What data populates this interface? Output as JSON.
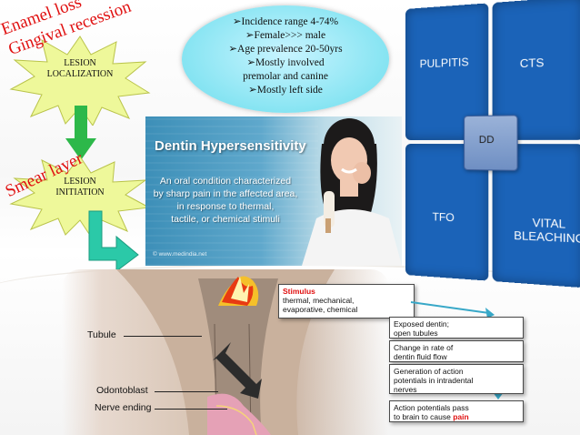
{
  "top_left": {
    "burst1": {
      "line1": "LESION",
      "line2": "LOCALIZATION"
    },
    "burst1_tags": [
      "Enamel loss",
      "Gingival recession"
    ],
    "burst2": {
      "line1": "LESION",
      "line2": "INITIATION"
    },
    "burst2_tag": "Smear layer"
  },
  "ellipse_bullets": [
    "➢Incidence range 4-74%",
    "➢Female>>> male",
    "➢Age prevalence 20-50yrs",
    "➢Mostly involved",
    "premolar and canine",
    "➢Mostly left side"
  ],
  "banner": {
    "title": "Dentin Hypersensitivity",
    "desc": [
      "An oral condition characterized",
      "by sharp pain in the affected area,",
      "in response to thermal,",
      "tactile, or chemical stimuli"
    ],
    "credit": "© www.medindia.net"
  },
  "quadrant": {
    "top_left": "PULPITIS",
    "top_right": "CTS",
    "center": "DD",
    "bottom_left": "TFO",
    "bottom_right_1": "VITAL",
    "bottom_right_2": "BLEACHING"
  },
  "tooth_labels": {
    "tubule": "Tubule",
    "odontoblast": "Odontoblast",
    "nerve": "Nerve ending"
  },
  "flow": {
    "stimulus_title": "Stimulus",
    "stimulus_lines": [
      "thermal, mechanical,",
      "evaporative, chemical"
    ],
    "steps": [
      [
        "Exposed dentin;",
        "open tubules"
      ],
      [
        "Change in rate of",
        "dentin fluid flow"
      ],
      [
        "Generation of action",
        "potentials in intradental",
        "nerves"
      ],
      [
        "Action potentials pass",
        "to brain to cause"
      ]
    ],
    "pain_word": "pain"
  },
  "colors": {
    "red": "#e01010",
    "panel_blue": "#1b63b8",
    "arrow_green": "#2db84a",
    "arrow_teal": "#2bc9a8",
    "flow_arrow": "#38a8c8"
  }
}
